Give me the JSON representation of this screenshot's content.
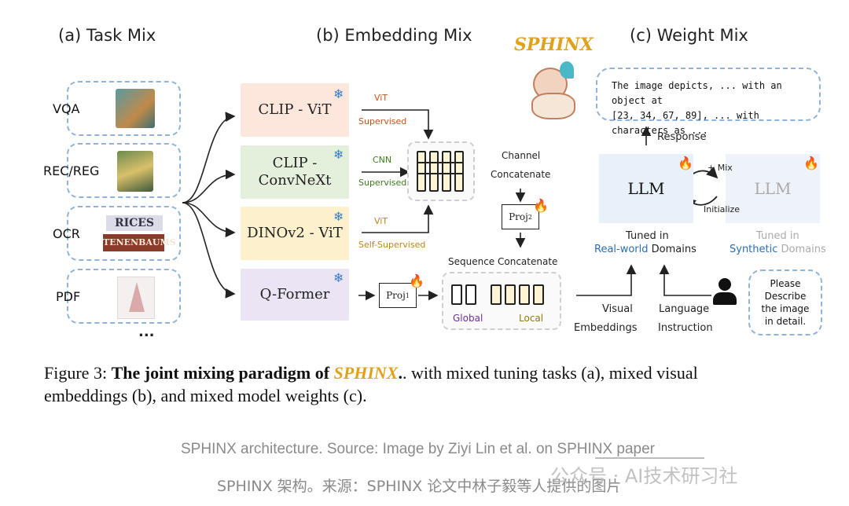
{
  "titles": {
    "task_mix": "(a) Task Mix",
    "embedding_mix": "(b) Embedding Mix",
    "weight_mix": "(c) Weight Mix",
    "sphinx": "SPHINX"
  },
  "tasks": [
    "VQA",
    "REC/REG",
    "OCR",
    "PDF",
    "..."
  ],
  "ocr_text": [
    "RICES",
    "TENENBAUMS"
  ],
  "encoders": [
    {
      "label": "CLIP - ViT",
      "arch": "ViT",
      "training": "Supervised"
    },
    {
      "label": "CLIP -\nConvNeXt",
      "arch": "CNN",
      "training": "Supervised"
    },
    {
      "label": "DINOv2 - ViT",
      "arch": "ViT",
      "training": "Self-Supervised"
    },
    {
      "label": "Q-Former"
    }
  ],
  "channel_concat": [
    "Channel",
    "Concatenate"
  ],
  "proj1": "Proj",
  "proj1_sub": "1",
  "proj2": "Proj",
  "proj2_sub": "2",
  "sequence_concat": "Sequence Concatenate",
  "global": "Global",
  "local": "Local",
  "visual_embeddings": [
    "Visual",
    "Embeddings"
  ],
  "language_instruction": [
    "Language",
    "Instruction"
  ],
  "llm": "LLM",
  "llm2": "LLM",
  "mix": "+ Mix",
  "initialize": "Initialize",
  "response": "Response",
  "response_text": "The image depicts, ... with an object at\n[23, 34, 67, 89], ... with characters as ...",
  "tuned_real": {
    "prefix": "Tuned in",
    "highlight": "Real-world",
    "suffix": "Domains"
  },
  "tuned_synth": {
    "prefix": "Tuned in",
    "highlight": "Synthetic",
    "suffix": "Domains"
  },
  "user_prompt": "Please\nDescribe\nthe image\nin detail.",
  "caption": {
    "prefix": "Figure 3: ",
    "bold": "The joint mixing paradigm of ",
    "sphinx": "SPHINX",
    "rest": ". with mixed tuning tasks (a), mixed visual",
    "line2": "embeddings (b), and mixed model weights (c)."
  },
  "source_line": {
    "text": "SPHINX architecture. Source: Image by Ziyi Lin et al. on ",
    "link": "SPHINX paper"
  },
  "chinese_line": "SPHINX 架构。来源：SPHINX 论文中林子毅等人提供的图片",
  "watermark": "公众号 · AI技术研习社",
  "colors": {
    "accent_gold": "#e0a21e",
    "blue": "#2a6fb5",
    "purple": "#6b2fa0",
    "olive": "#8a7a10",
    "dash": "#8fb3d9"
  }
}
